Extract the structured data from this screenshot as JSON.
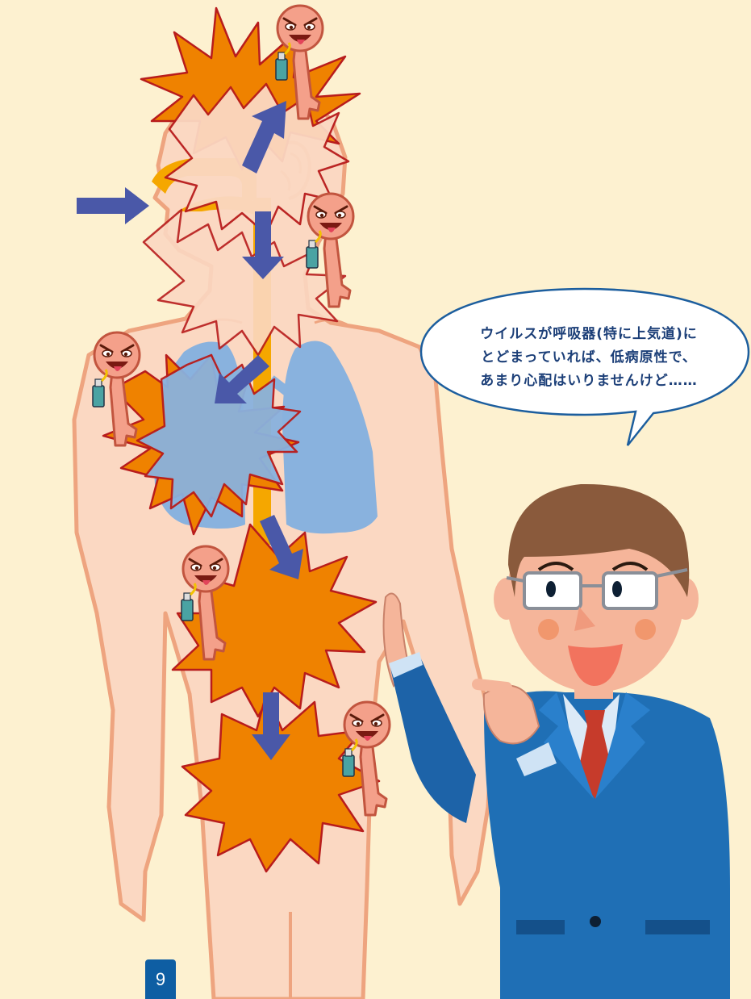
{
  "speech_bubble": {
    "lines": [
      "ウイルスが呼吸器(特に上気道)に",
      "とどまっていれば、低病原性で、",
      "あまり心配はいりませんけど……"
    ]
  },
  "page_number": "9",
  "colors": {
    "background": "#fdf1d0",
    "skin": "#fbd8c2",
    "skin_outline": "#eea47f",
    "lungs": "#89b2de",
    "airway": "#f5a700",
    "burst_fill": "#ef8200",
    "burst_outline": "#b81c1c",
    "arrow": "#4a58a8",
    "suit": "#1f6fb5",
    "tie": "#c63b2b",
    "virus": "#f4a08a"
  },
  "icons": [
    "arrow-icon",
    "virus-character-icon",
    "spray-bottle-icon",
    "burst-icon"
  ]
}
